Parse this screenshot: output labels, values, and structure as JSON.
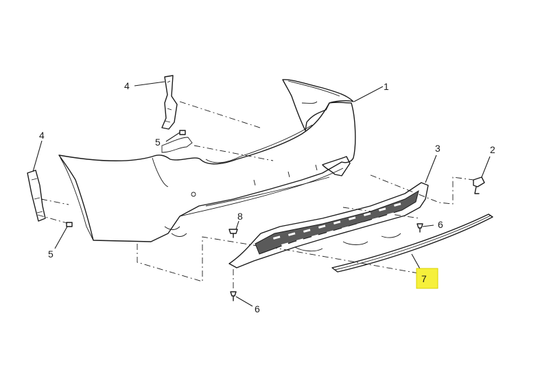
{
  "callouts": {
    "c1": "1",
    "c2": "2",
    "c3": "3",
    "c4a": "4",
    "c4b": "4",
    "c5a": "5",
    "c5b": "5",
    "c6a": "6",
    "c6b": "6",
    "c7": "7",
    "c8": "8"
  },
  "colors": {
    "highlight": "#f6f03b",
    "line": "#1a1a1a",
    "grille": "#5a5a5a"
  }
}
